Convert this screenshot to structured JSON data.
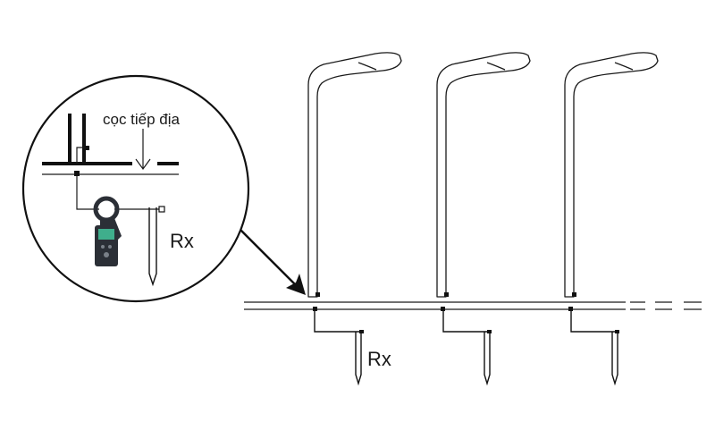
{
  "labels": {
    "rx_main": "Rx",
    "rx_inset": "Rx",
    "ground_rod": "cọc tiếp địa"
  },
  "colors": {
    "line": "#1a1a1a",
    "tester_body": "#2b2f36",
    "tester_screen": "#3fae8c",
    "background": "#ffffff"
  },
  "icons": {
    "tester": "clamp-earth-tester-icon",
    "pointer": "arrow-icon"
  }
}
